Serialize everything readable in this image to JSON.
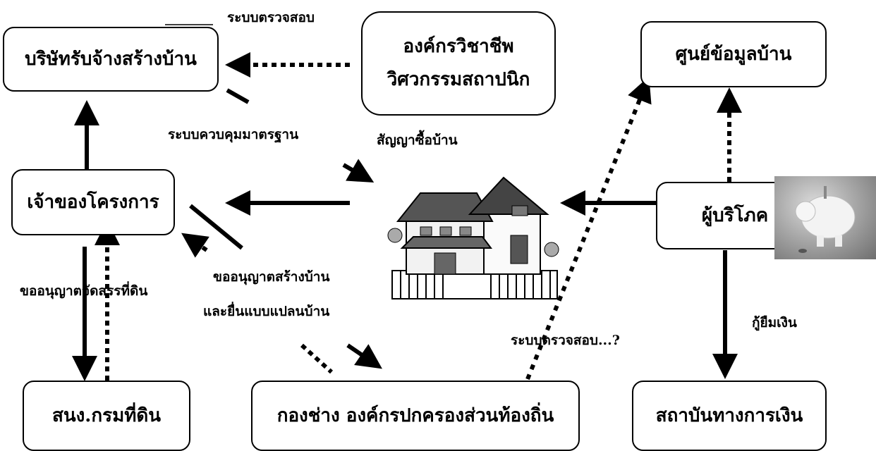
{
  "nodes": {
    "contractor": "บริษัทรับจ้างสร้างบ้าน",
    "professional_line1": "องค์กรวิชาชีพ",
    "professional_line2": "วิศวกรรมสถาปนิก",
    "housing_center": "ศูนย์ข้อมูลบ้าน",
    "developer": "เจ้าของโครงการ",
    "consumer": "ผู้บริโภค",
    "land_office": "สนง.กรมที่ดิน",
    "local_engineering": "กองช่าง องค์กรปกครองส่วนท้องถิ่น",
    "financial_institution": "สถาบันทางการเงิน"
  },
  "labels": {
    "inspection_top": "ระบบตรวจสอบ",
    "standard_control": "ระบบควบคุมมาตรฐาน",
    "purchase_contract": "สัญญาซื้อบ้าน",
    "land_allocation_permit": "ขออนุญาตจัดสรรที่ดิน",
    "build_permit_line1": "ขออนุญาตสร้างบ้าน",
    "build_permit_line2": "และยื่นแบบแปลนบ้าน",
    "inspection_question": "ระบบตรวจสอบ...?",
    "loan": "กู้ยืมเงิน"
  },
  "images": {
    "house": "house-illustration",
    "piggy_bank": "piggy-bank-photo"
  }
}
